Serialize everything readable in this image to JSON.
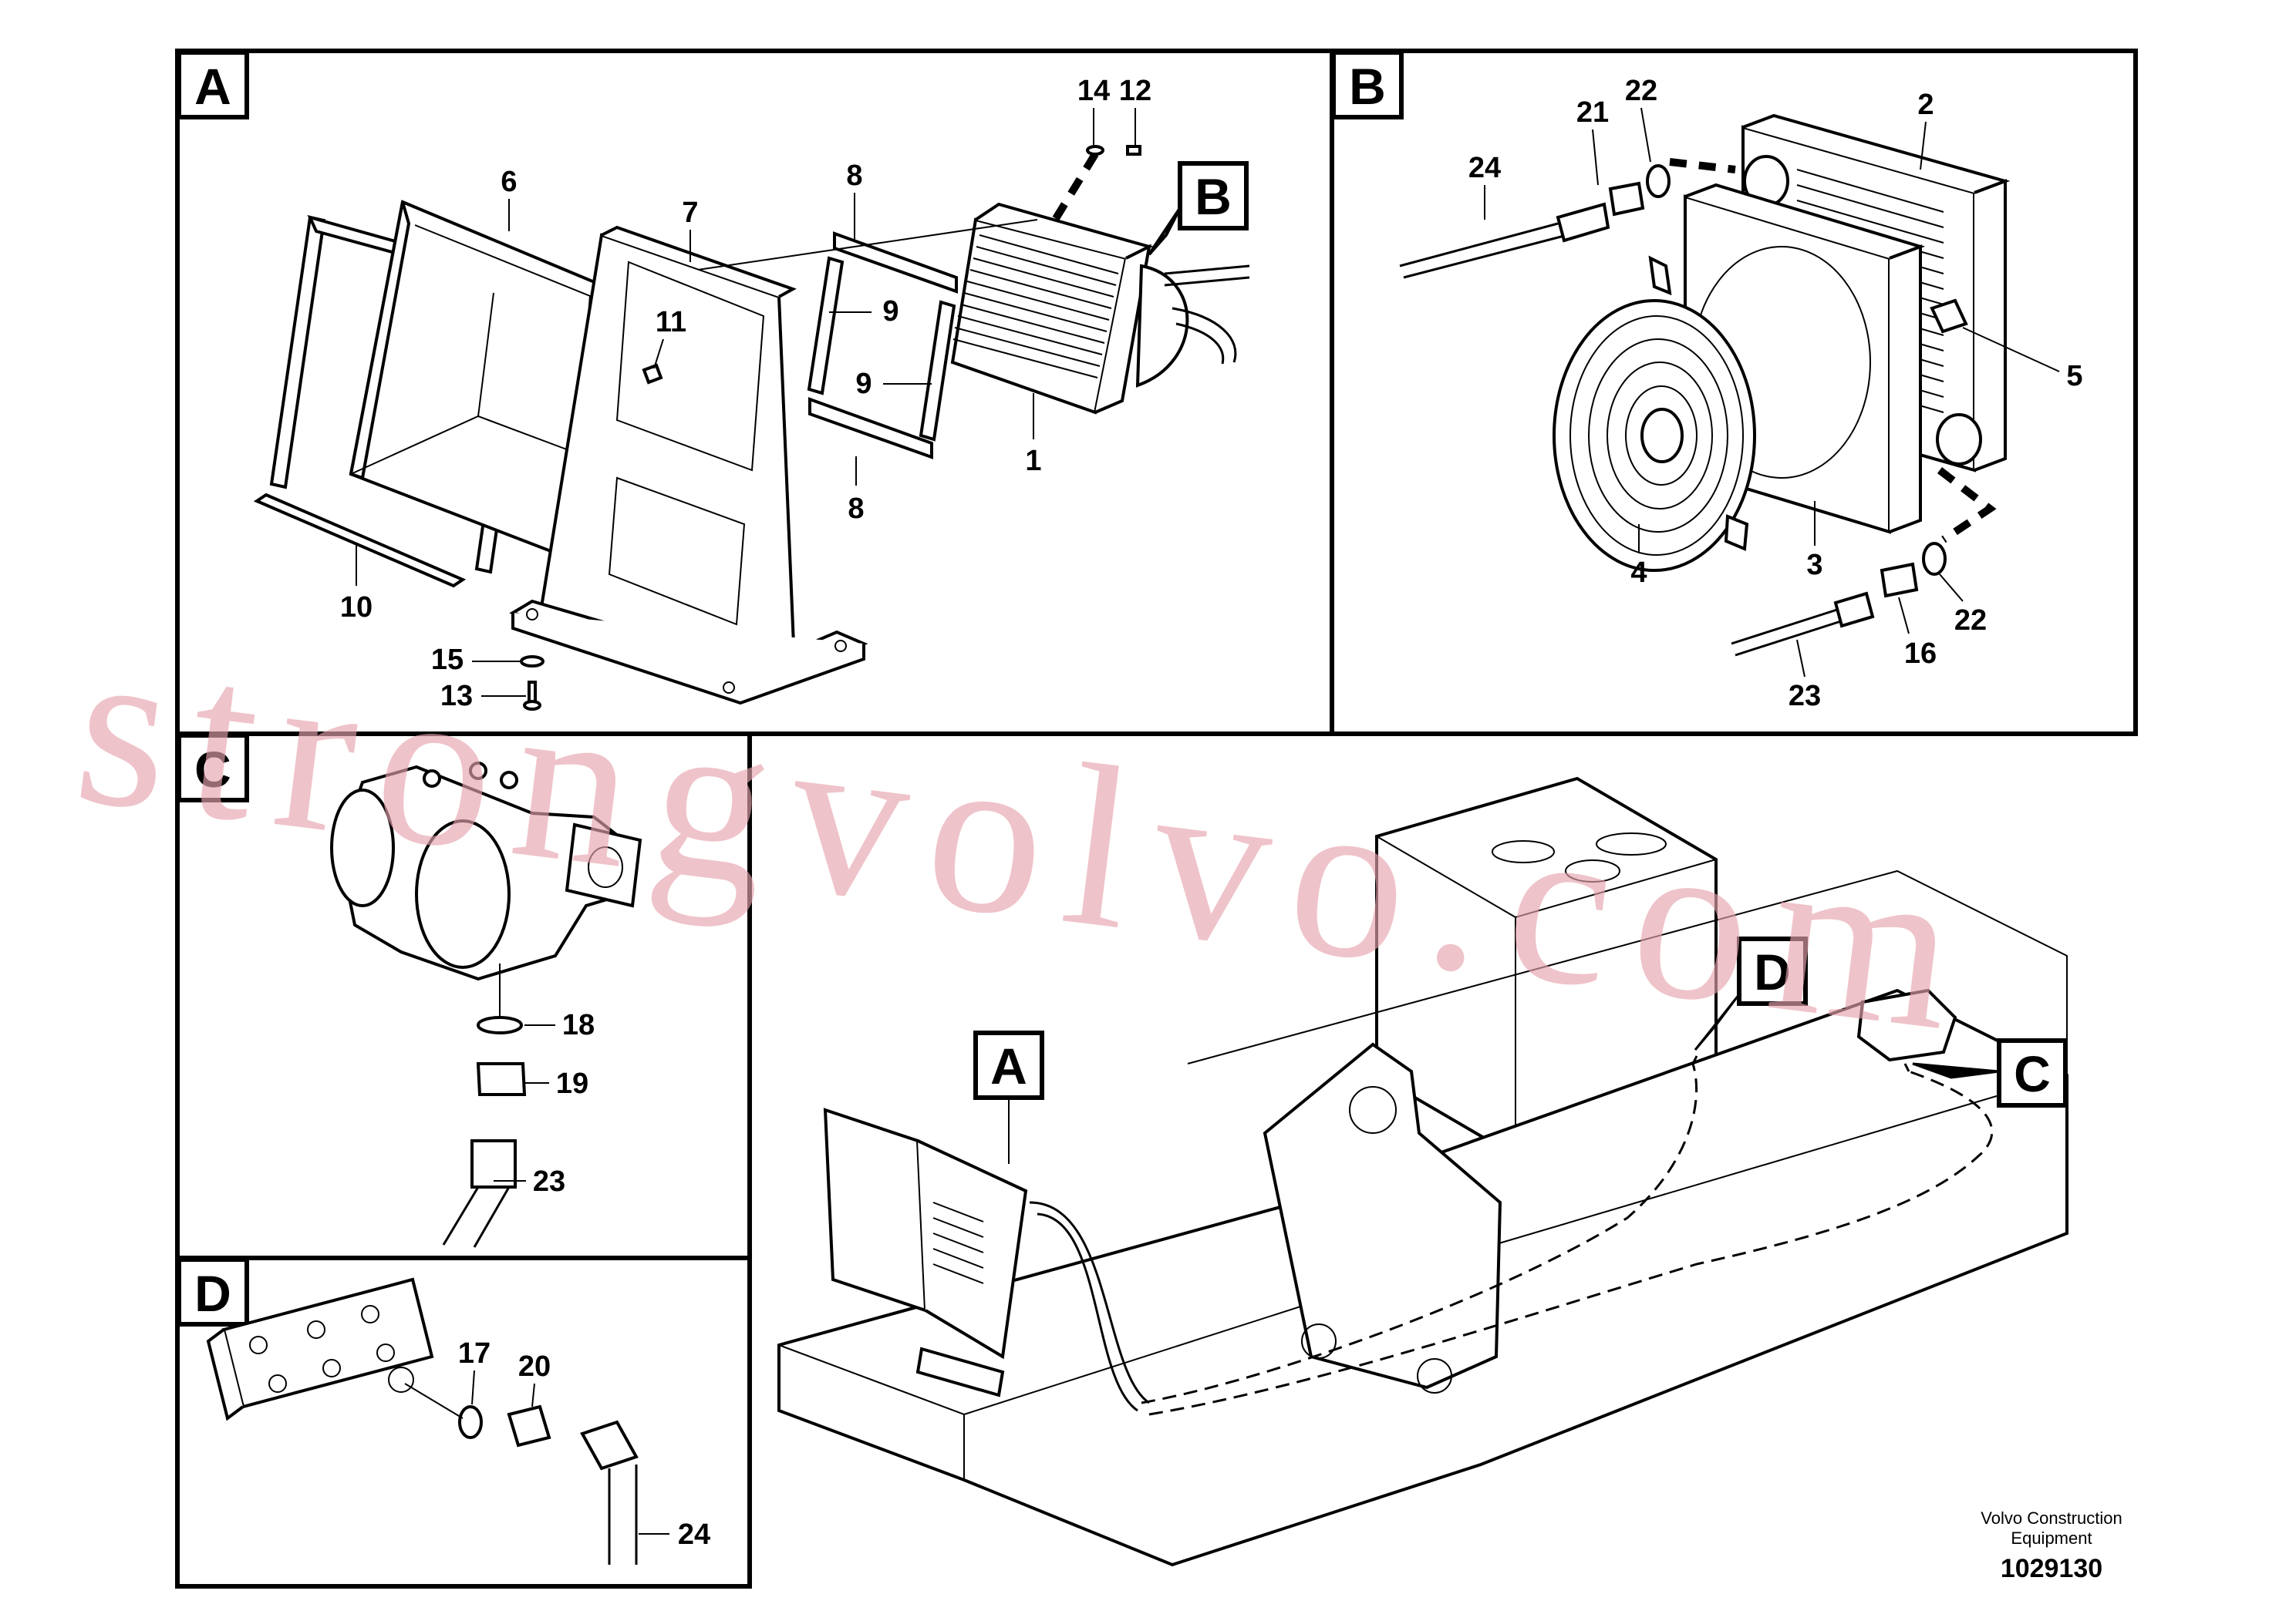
{
  "panels": {
    "A": {
      "letter": "A"
    },
    "B": {
      "letter": "B"
    },
    "C": {
      "letter": "C"
    },
    "D": {
      "letter": "D"
    }
  },
  "callouts": {
    "A": [
      "1",
      "6",
      "7",
      "8",
      "8",
      "9",
      "9",
      "10",
      "11",
      "12",
      "13",
      "14",
      "15"
    ],
    "B": [
      "2",
      "3",
      "4",
      "5",
      "16",
      "21",
      "22",
      "22",
      "23",
      "24"
    ],
    "C": [
      "18",
      "19",
      "23"
    ],
    "D": [
      "17",
      "20",
      "24"
    ]
  },
  "detail_refs": {
    "B_in_A": "B",
    "A_overview": "A",
    "C_overview": "C",
    "D_overview": "D"
  },
  "watermark": "strongvolvo.com",
  "footer": {
    "company_line1": "Volvo Construction",
    "company_line2": "Equipment",
    "doc_number": "1029130"
  }
}
